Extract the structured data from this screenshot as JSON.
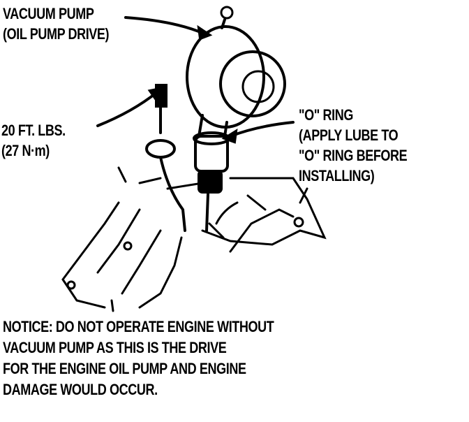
{
  "labels": {
    "vacuum_pump": [
      "VACUUM PUMP",
      "(OIL PUMP DRIVE)"
    ],
    "torque": [
      "20 FT. LBS.",
      "(27 N·m)"
    ],
    "o_ring": [
      "\"O\" RING",
      "(APPLY LUBE TO",
      "\"O\" RING BEFORE",
      "INSTALLING)"
    ],
    "notice": [
      "NOTICE:  DO NOT OPERATE ENGINE WITHOUT",
      "VACUUM PUMP AS THIS IS THE DRIVE",
      "FOR THE ENGINE OIL PUMP AND ENGINE",
      "DAMAGE WOULD OCCUR."
    ]
  }
}
